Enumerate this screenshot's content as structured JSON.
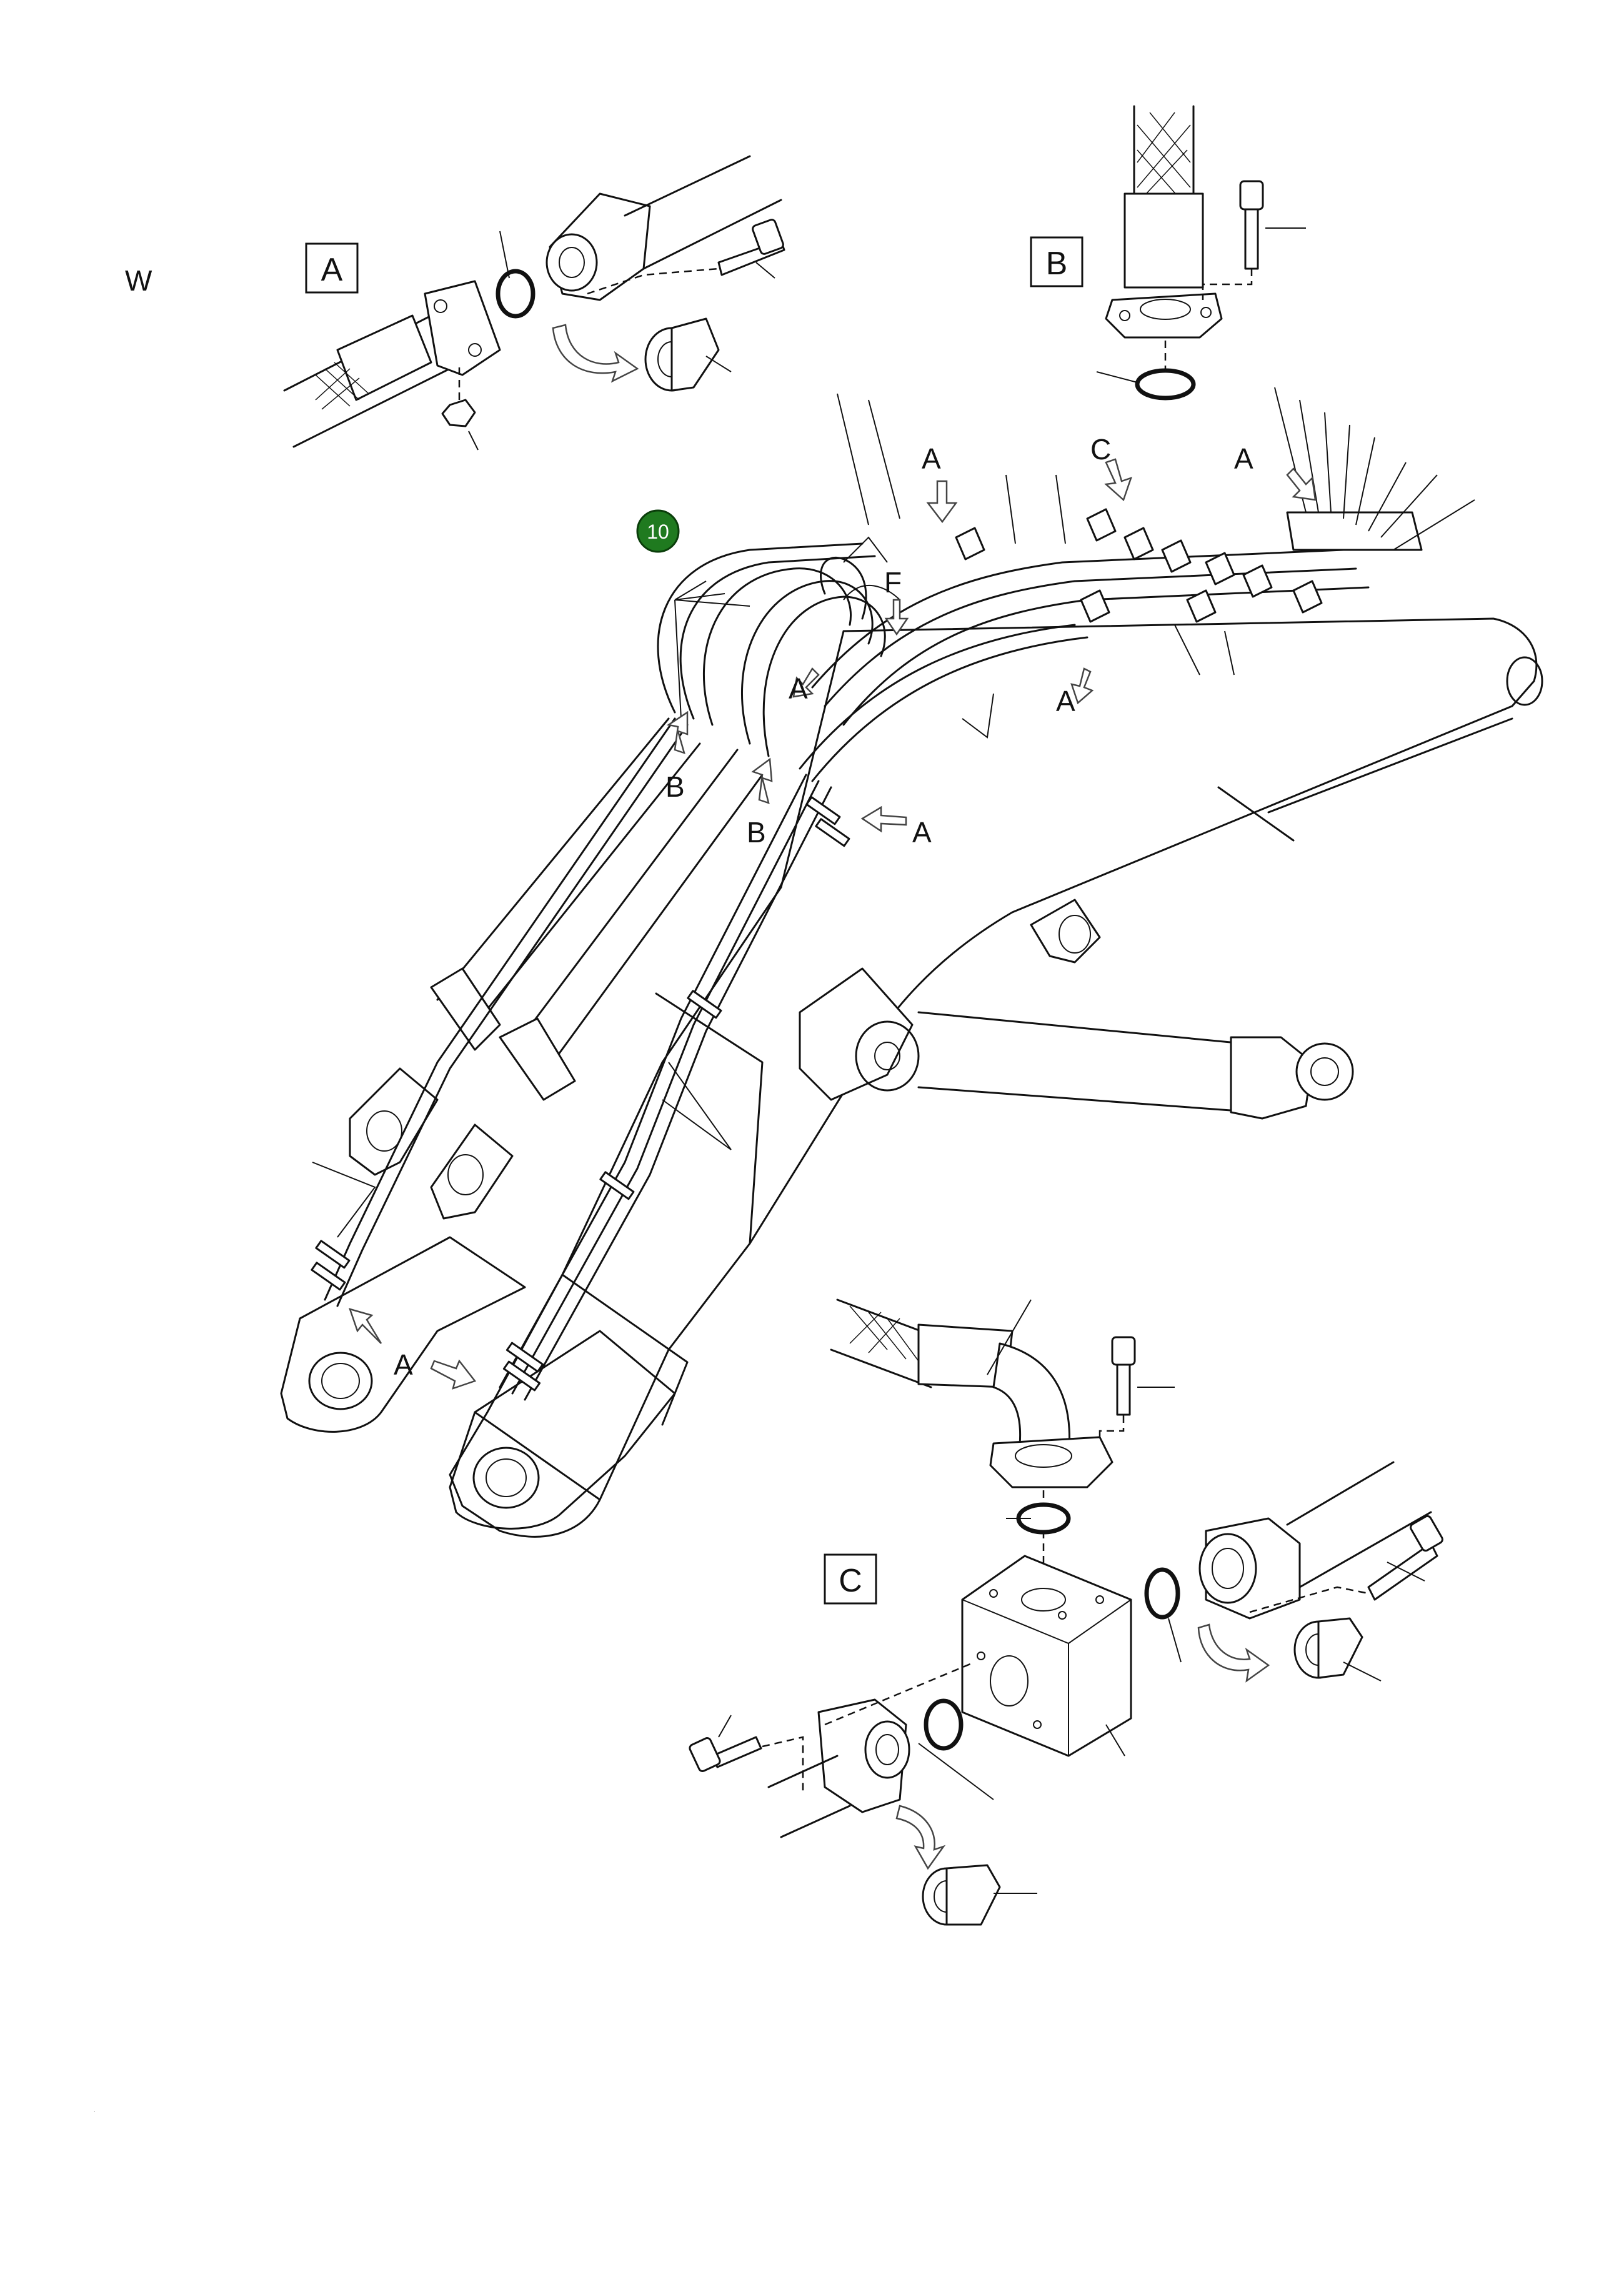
{
  "page_marker": "W",
  "detail_labels": {
    "A": "A",
    "B": "B",
    "C": "C"
  },
  "callout": {
    "number": "10",
    "color": "#1f7a1f"
  },
  "pointer_labels": {
    "A": "A",
    "B": "B",
    "C": "C",
    "F": "F"
  }
}
